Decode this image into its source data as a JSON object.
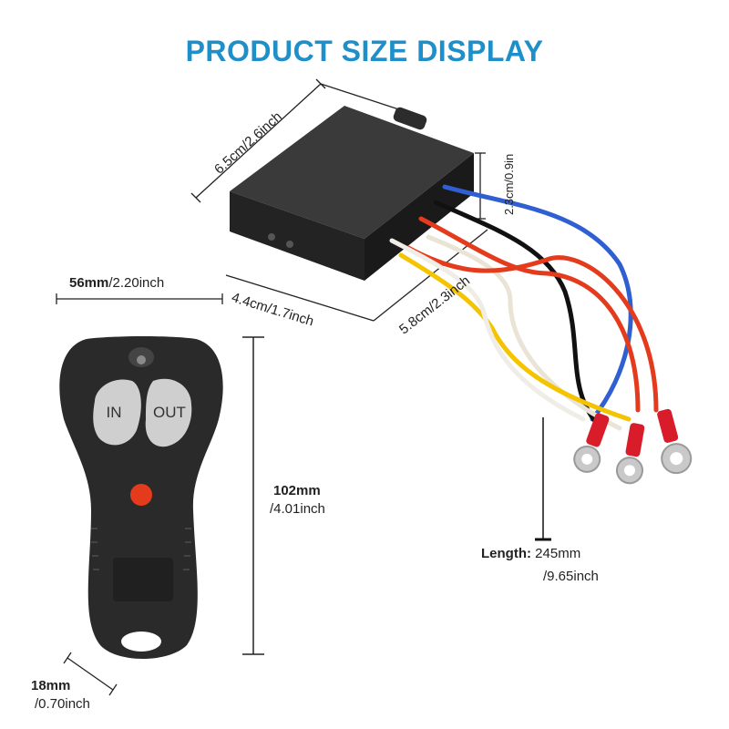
{
  "title": "PRODUCT SIZE DISPLAY",
  "receiver": {
    "length": "6.5cm/2.6inch",
    "height": "2.3cm/0.9in",
    "width": "4.4cm/1.7inch",
    "depth": "5.8cm/2.3inch"
  },
  "remote": {
    "width_value": "56mm",
    "width_imperial": "/2.20inch",
    "height_value": "102mm",
    "height_imperial": "/4.01inch",
    "thickness_value": "18mm",
    "thickness_imperial": "/0.70inch",
    "button_in": "IN",
    "button_out": "OUT"
  },
  "wires": {
    "length_label": "Length",
    "length_value": "245mm",
    "length_imperial": "/9.65inch",
    "colors": [
      "#2f5fd0",
      "#111111",
      "#e53b1d",
      "#f5f2ea",
      "#f5c400"
    ]
  }
}
